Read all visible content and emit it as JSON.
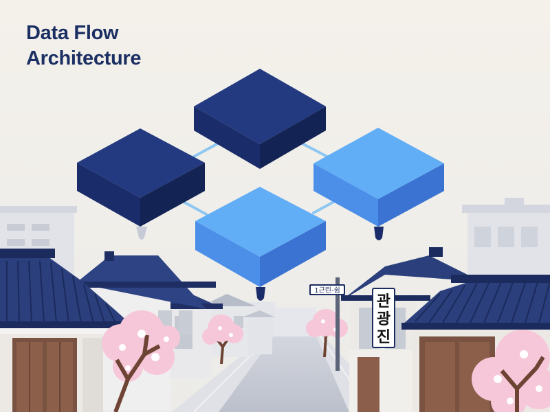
{
  "title": {
    "line1": "Data Flow",
    "line2": "Architecture"
  },
  "street_sign": {
    "text": "1근린-쉼"
  },
  "vertical_sign": {
    "chars": [
      "관",
      "광",
      "진"
    ]
  },
  "colors": {
    "background": "#f4f1eb",
    "title": "#1b2f63",
    "block_dark_top": "#233a80",
    "block_dark_front": "#1a2d6a",
    "block_dark_side": "#132353",
    "block_light_top": "#62aef6",
    "block_light_front": "#4c8fe8",
    "block_light_side": "#3a73d1",
    "connector": "#8ec7f2",
    "roof": "#2b3f7c",
    "blossom": "#f6c7d8"
  }
}
